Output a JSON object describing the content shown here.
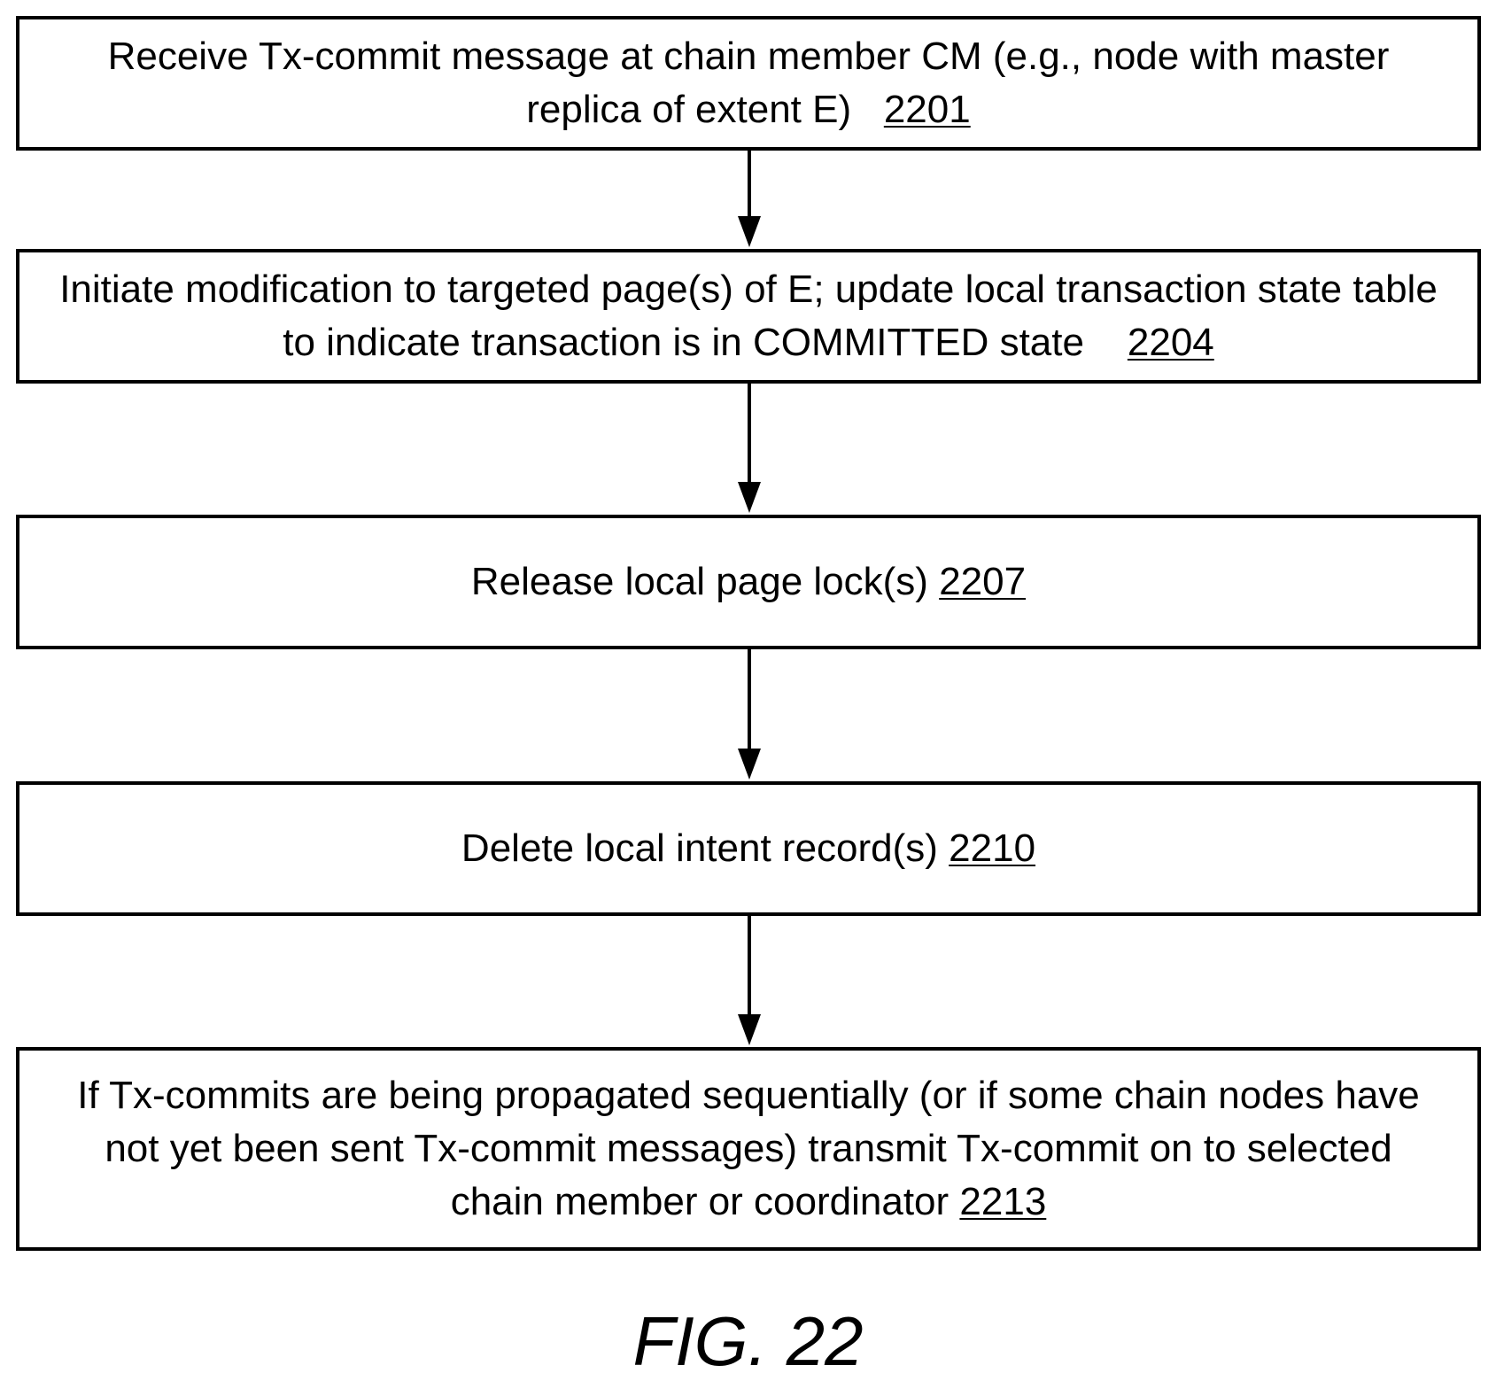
{
  "steps": [
    {
      "id": "2201",
      "text": "Receive Tx-commit message  at chain member CM (e.g., node with master replica of extent E)",
      "ref": "2201"
    },
    {
      "id": "2204",
      "text": "Initiate modification to targeted page(s) of E; update local transaction state table to indicate transaction is in COMMITTED state",
      "ref": "2204"
    },
    {
      "id": "2207",
      "text": "Release local page lock(s)",
      "ref": "2207"
    },
    {
      "id": "2210",
      "text": "Delete local intent record(s)",
      "ref": "2210"
    },
    {
      "id": "2213",
      "text": "If Tx-commits are being propagated sequentially (or if some chain nodes have not yet been sent Tx-commit messages) transmit Tx-commit on to selected chain member or coordinator",
      "ref": "2213"
    }
  ],
  "figure_label": "FIG. 22",
  "colors": {
    "line": "#000000",
    "background": "#ffffff"
  }
}
